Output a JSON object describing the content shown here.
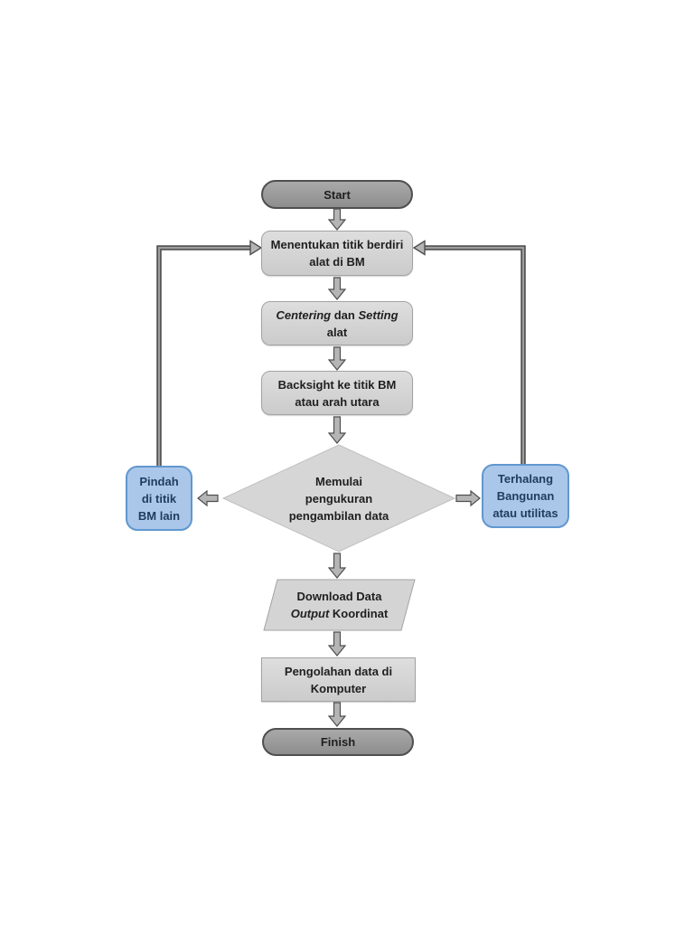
{
  "colors": {
    "page_bg": "#ffffff",
    "terminator_fill_top": "#a9a9a9",
    "terminator_fill_bottom": "#8e8e8e",
    "terminator_border": "#4f4f4f",
    "process_fill_top": "#dedede",
    "process_fill_bottom": "#cbcbcb",
    "process_border": "#a3a3a3",
    "decision_fill": "#d6d6d6",
    "decision_border": "#c0c0c0",
    "io_fill": "#d4d4d4",
    "io_border": "#a3a3a3",
    "highlight_fill": "#aac7e9",
    "highlight_border": "#6197cf",
    "highlight_text": "#1f3c5f",
    "connector_fill": "#b5b5b5",
    "connector_outline": "#4f4f4f",
    "line_dark": "#4f4f4f",
    "line_light": "#9e9e9e",
    "text": "#1f1f1f"
  },
  "nodes": {
    "start": {
      "label": "Start"
    },
    "menentukan": {
      "line1": "Menentukan titik berdiri",
      "line2": "alat di BM"
    },
    "centering": {
      "part1": "Centering",
      "part2": " dan ",
      "part3": "Setting",
      "line2": "alat"
    },
    "backsight": {
      "line1": "Backsight ke titik BM",
      "line2": "atau arah utara"
    },
    "memulai": {
      "line1": "Memulai",
      "line2": "pengukuran",
      "line3": "pengambilan data"
    },
    "pindah": {
      "line1": "Pindah",
      "line2": "di titik",
      "line3": "BM lain"
    },
    "terhalang": {
      "line1": "Terhalang",
      "line2": "Bangunan",
      "line3": "atau utilitas"
    },
    "download": {
      "line1": "Download Data",
      "part_italic": "Output",
      "part_rest": " Koordinat"
    },
    "pengolahan": {
      "line1": "Pengolahan data di",
      "line2": "Komputer"
    },
    "finish": {
      "label": "Finish"
    }
  }
}
